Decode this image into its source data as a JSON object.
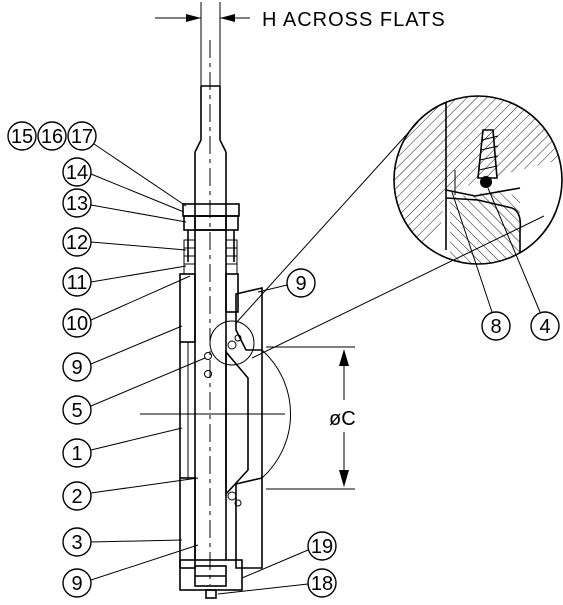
{
  "dimension_labels": {
    "across_flats": "H ACROSS FLATS",
    "diameter": "øC"
  },
  "callouts": [
    "15",
    "16",
    "17",
    "14",
    "13",
    "12",
    "11",
    "10",
    "9",
    "5",
    "1",
    "2",
    "3",
    "9",
    "9",
    "19",
    "18",
    "8",
    "4"
  ],
  "colors": {
    "line": "#000000",
    "background": "#ffffff"
  }
}
